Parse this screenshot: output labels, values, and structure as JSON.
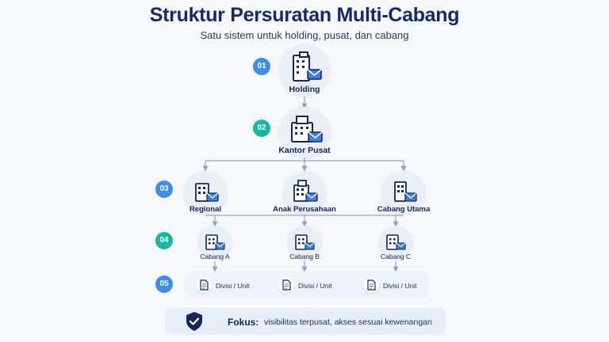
{
  "header": {
    "title": "Struktur Persuratan Multi-Cabang",
    "subtitle": "Satu sistem untuk holding, pusat, dan cabang"
  },
  "levels": [
    {
      "number": "01",
      "nodes": [
        "Holding"
      ]
    },
    {
      "number": "02",
      "nodes": [
        "Kantor Pusat"
      ]
    },
    {
      "number": "03",
      "nodes": [
        "Regional",
        "Anak Perusahaan",
        "Cabang Utama"
      ]
    },
    {
      "number": "04",
      "nodes": [
        "Cabang A",
        "Cabang B",
        "Cabang C"
      ]
    },
    {
      "number": "05",
      "nodes": [
        "Divisi / Unit",
        "Divisi / Unit",
        "Divisi / Unit"
      ]
    }
  ],
  "footer": {
    "label": "Fokus:",
    "text": "visibilitas terpusat, akses sesuai kewenangan"
  },
  "colors": {
    "primary": "#132a6b",
    "badge_blue": "#3c8ee8",
    "badge_teal": "#1bb5a4",
    "connector": "#8fa3c8",
    "mail_icon": "#3d7fe0"
  },
  "icons": {
    "building": "building-with-envelope-icon",
    "document": "document-icon",
    "shield": "shield-check-icon"
  }
}
